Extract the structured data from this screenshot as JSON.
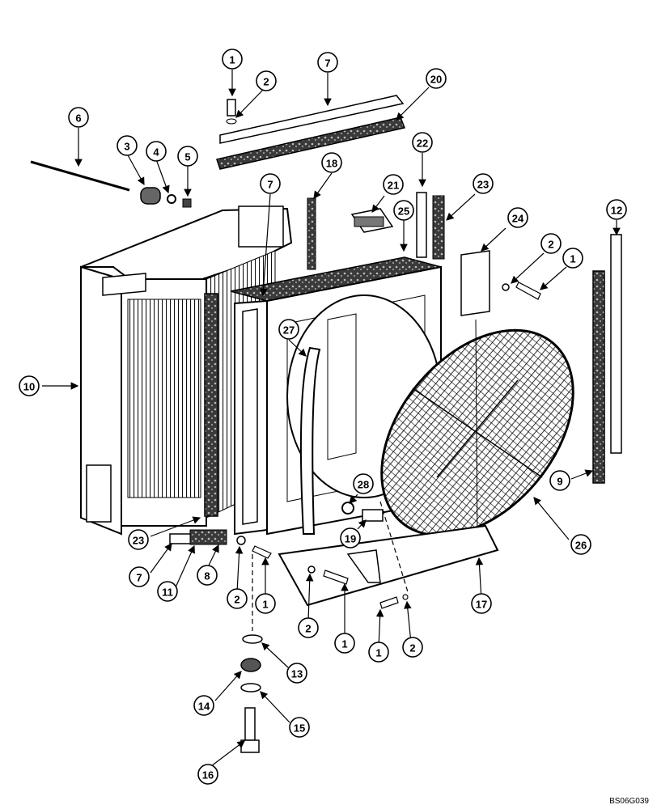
{
  "figure": {
    "reference_code": "BS06G039",
    "callouts": [
      {
        "id": "c1a",
        "label": "1"
      },
      {
        "id": "c2a",
        "label": "2"
      },
      {
        "id": "c7a",
        "label": "7"
      },
      {
        "id": "c20",
        "label": "20"
      },
      {
        "id": "c6",
        "label": "6"
      },
      {
        "id": "c3",
        "label": "3"
      },
      {
        "id": "c4",
        "label": "4"
      },
      {
        "id": "c5",
        "label": "5"
      },
      {
        "id": "c7b",
        "label": "7"
      },
      {
        "id": "c18",
        "label": "18"
      },
      {
        "id": "c22",
        "label": "22"
      },
      {
        "id": "c21",
        "label": "21"
      },
      {
        "id": "c23a",
        "label": "23"
      },
      {
        "id": "c25",
        "label": "25"
      },
      {
        "id": "c24",
        "label": "24"
      },
      {
        "id": "c2b",
        "label": "2"
      },
      {
        "id": "c1b",
        "label": "1"
      },
      {
        "id": "c12",
        "label": "12"
      },
      {
        "id": "c27",
        "label": "27"
      },
      {
        "id": "c10",
        "label": "10"
      },
      {
        "id": "c9",
        "label": "9"
      },
      {
        "id": "c26",
        "label": "26"
      },
      {
        "id": "c28",
        "label": "28"
      },
      {
        "id": "c19",
        "label": "19"
      },
      {
        "id": "c23b",
        "label": "23"
      },
      {
        "id": "c7c",
        "label": "7"
      },
      {
        "id": "c11",
        "label": "11"
      },
      {
        "id": "c8",
        "label": "8"
      },
      {
        "id": "c2c",
        "label": "2"
      },
      {
        "id": "c1c",
        "label": "1"
      },
      {
        "id": "c2d",
        "label": "2"
      },
      {
        "id": "c1d",
        "label": "1"
      },
      {
        "id": "c17",
        "label": "17"
      },
      {
        "id": "c1e",
        "label": "1"
      },
      {
        "id": "c2e",
        "label": "2"
      },
      {
        "id": "c13",
        "label": "13"
      },
      {
        "id": "c14",
        "label": "14"
      },
      {
        "id": "c15",
        "label": "15"
      },
      {
        "id": "c16",
        "label": "16"
      }
    ]
  }
}
